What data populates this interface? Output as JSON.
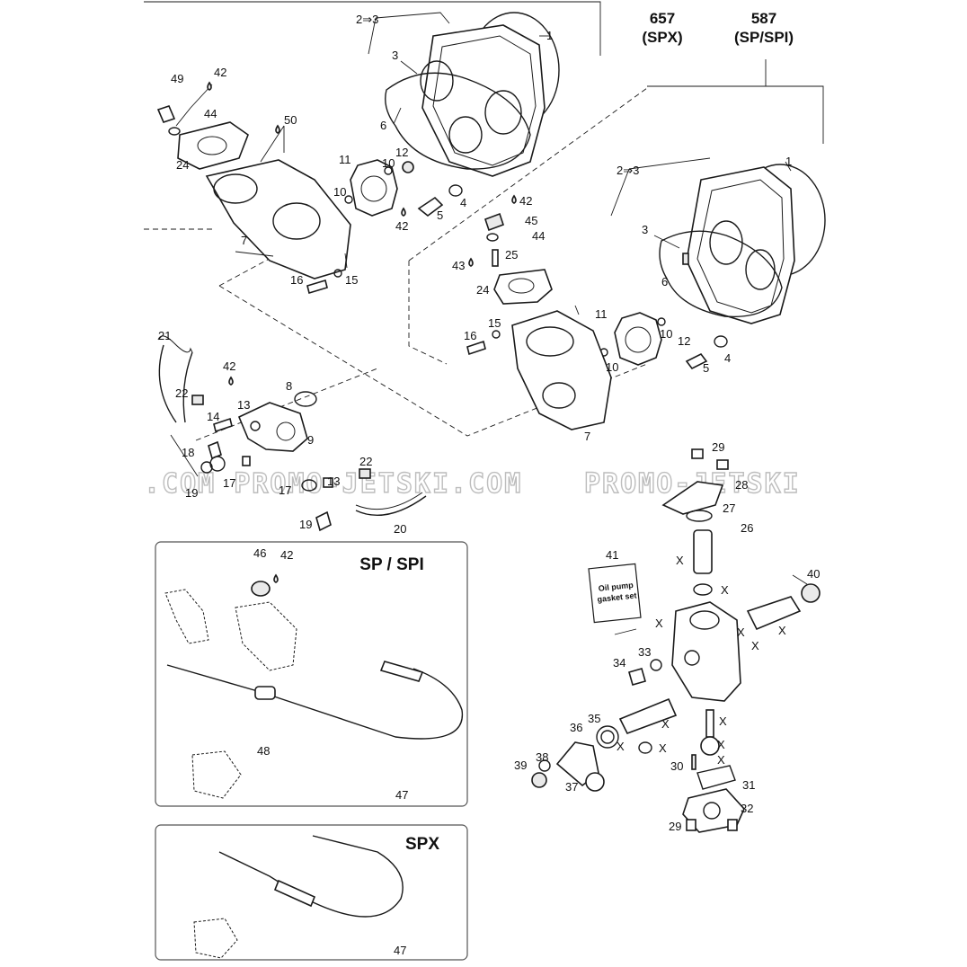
{
  "models": {
    "m657": {
      "num": "657",
      "sub": "(SPX)"
    },
    "m587": {
      "num": "587",
      "sub": "(SP/SPI)"
    }
  },
  "boxes": {
    "sp_spi": {
      "title": "SP / SPI"
    },
    "spx": {
      "title": "SPX"
    }
  },
  "watermark": {
    "left": ".COM PROMO-JETSKI.COM",
    "right": "PROMO-JETSKI"
  },
  "gasket_card": {
    "line1": "Oil pump",
    "line2": "gasket set"
  },
  "callouts": {
    "c1a": "1",
    "c23a": "2⇒3",
    "c3a": "3",
    "c6a": "6",
    "c12a": "12",
    "c11a": "11",
    "c10a": "10",
    "c10b": "10",
    "c49": "49",
    "c42a": "42",
    "c44a": "44",
    "c50": "50",
    "c24a": "24",
    "c7a": "7",
    "c42b": "42",
    "c5a": "5",
    "c4a": "4",
    "c16a": "16",
    "c15a": "15",
    "c1b": "1",
    "c23b": "2⇒3",
    "c3b": "3",
    "c6b": "6",
    "c42c": "42",
    "c45": "45",
    "c44b": "44",
    "c43": "43",
    "c25": "25",
    "c24b": "24",
    "c15b": "15",
    "c16b": "16",
    "c11b": "11",
    "c10c": "10",
    "c12b": "12",
    "c10d": "10",
    "c5b": "5",
    "c4b": "4",
    "c7b": "7",
    "c21": "21",
    "c42d": "42",
    "c8": "8",
    "c22a": "22",
    "c13a": "13",
    "c14": "14",
    "c9": "9",
    "c18": "18",
    "c17a": "17",
    "c19a": "19",
    "c22b": "22",
    "c17b": "17",
    "c13b": "13",
    "c20": "20",
    "c19b": "19",
    "c46": "46",
    "c42e": "42",
    "c48": "48",
    "c47a": "47",
    "c47b": "47",
    "c29a": "29",
    "c28": "28",
    "c27": "27",
    "c26": "26",
    "c41": "41",
    "c40": "40",
    "c34": "34",
    "c33": "33",
    "c36": "36",
    "c35": "35",
    "c39": "39",
    "c38": "38",
    "c37": "37",
    "c30": "30",
    "c31": "31",
    "c32": "32",
    "c29b": "29"
  },
  "x_mark": "X"
}
